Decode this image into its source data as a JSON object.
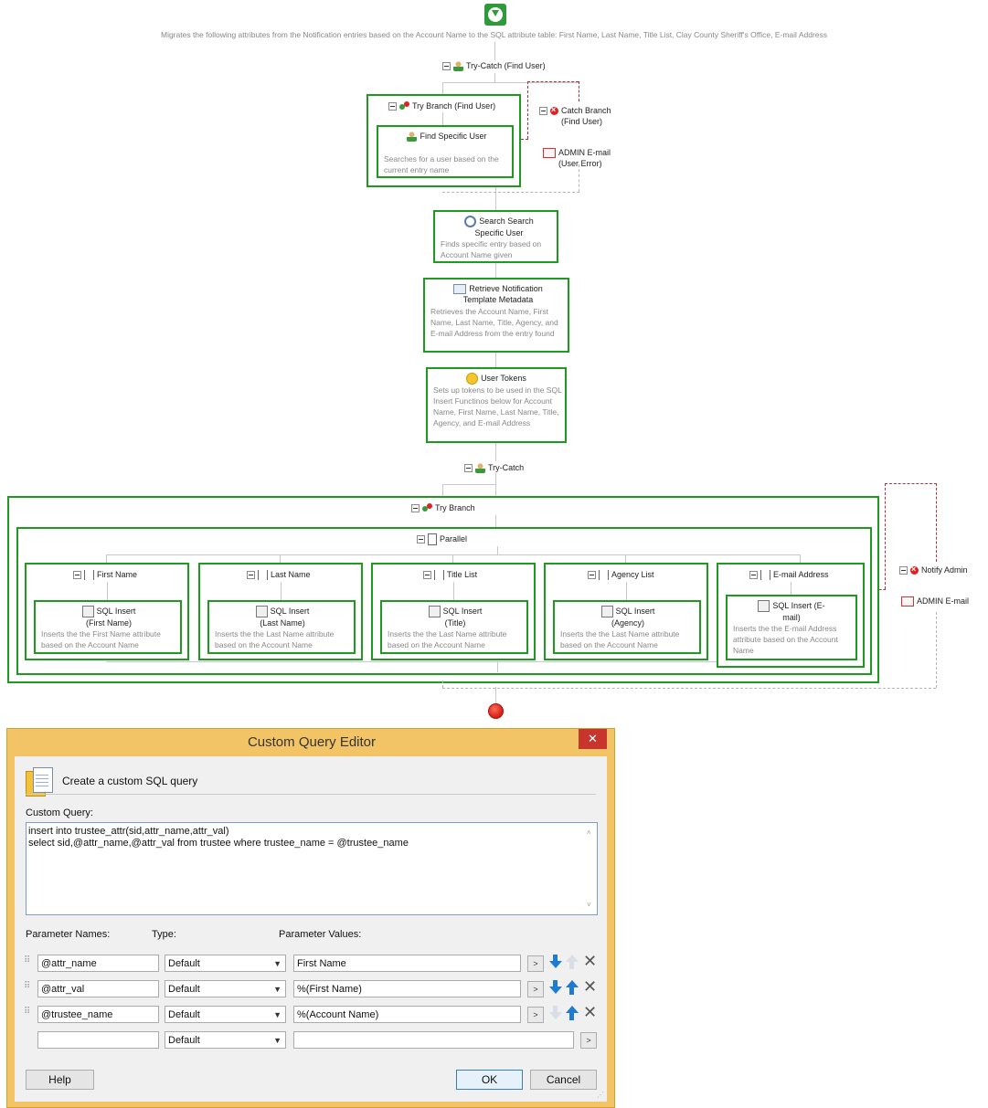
{
  "workflow": {
    "description": "Migrates the following attributes from the Notification entries based on the Account Name to the SQL attribute table: First Name, Last Name, Title List, Clay County Sheriff's Office, E-mail Address",
    "try_catch_1": "Try-Catch (Find User)",
    "try_branch_1": "Try Branch (Find User)",
    "find_user": {
      "title": "Find Specific User",
      "desc": "Searches for a user based on the current entry name"
    },
    "catch_branch": "Catch Branch (Find User)",
    "admin_email_error": "ADMIN E-mail (User Error)",
    "search_user": {
      "title": "Search Search Specific User",
      "desc": "Finds specific entry based on Account Name given"
    },
    "retrieve_meta": {
      "title": "Retrieve Notification Template Metadata",
      "desc": "Retrieves the Account Name, First Name, Last Name, Title, Agency, and E-mail Address from the entry found"
    },
    "user_tokens": {
      "title": "User Tokens",
      "desc": "Sets up tokens to be used in the SQL Insert Functinos below for Account Name, First Name, Last Name, Title, Agency, and E-mail Address"
    },
    "try_catch_2": "Try-Catch",
    "try_branch_2": "Try Branch",
    "parallel": "Parallel",
    "notify_admin": "Notify Admin",
    "admin_email": "ADMIN E-mail",
    "branches": [
      {
        "label": "First Name",
        "sql_title": "SQL Insert (First Name)",
        "sql_desc": "Inserts the the First Name attribute based on the Account Name"
      },
      {
        "label": "Last Name",
        "sql_title": "SQL Insert (Last Name)",
        "sql_desc": "Inserts the the Last Name attribute based on the Account Name"
      },
      {
        "label": "Title List",
        "sql_title": "SQL Insert (Title)",
        "sql_desc": "Inserts the the Last Name attribute based on the Account Name"
      },
      {
        "label": "Agency List",
        "sql_title": "SQL Insert (Agency)",
        "sql_desc": "Inserts the the Last Name attribute based on the Account Name"
      },
      {
        "label": "E-mail Address",
        "sql_title": "SQL Insert (E-mail)",
        "sql_desc": "Inserts the the E-mail Address attribute based on the Account Name"
      }
    ]
  },
  "dialog": {
    "title": "Custom Query Editor",
    "close": "✕",
    "header": "Create a custom SQL query",
    "custom_query_label": "Custom Query:",
    "query_line1": "insert into trustee_attr(sid,attr_name,attr_val)",
    "query_line2": "select sid,@attr_name,@attr_val from trustee where trustee_name = @trustee_name",
    "param_names_label": "Parameter Names:",
    "type_label": "Type:",
    "param_values_label": "Parameter Values:",
    "params": [
      {
        "name": "@attr_name",
        "type": "Default",
        "value": "First Name"
      },
      {
        "name": "@attr_val",
        "type": "Default",
        "value": "%(First Name)"
      },
      {
        "name": "@trustee_name",
        "type": "Default",
        "value": "%(Account Name)"
      },
      {
        "name": "",
        "type": "Default",
        "value": ""
      }
    ],
    "expand_btn": ">",
    "help": "Help",
    "ok": "OK",
    "cancel": "Cancel"
  }
}
